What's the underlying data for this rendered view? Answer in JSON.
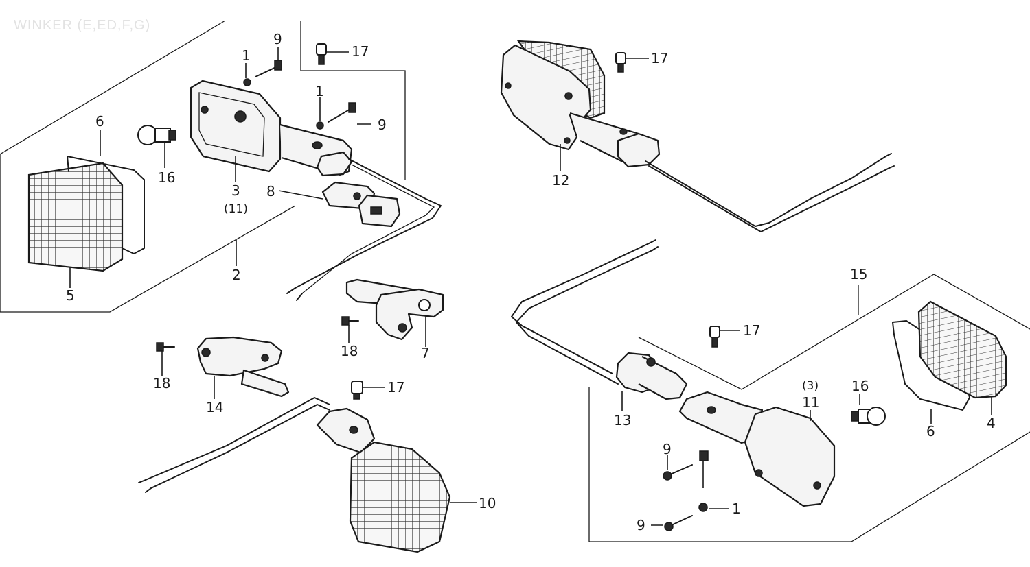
{
  "title": "WINKER (E,ED,F,G)",
  "callouts": {
    "c1a": "1",
    "c9a": "9",
    "c17a": "17",
    "c1b": "1",
    "c9b": "9",
    "c6a": "6",
    "c16a": "16",
    "c3": "3",
    "c3sub": "(11)",
    "c8": "8",
    "c2": "2",
    "c5": "5",
    "c18a": "18",
    "c7": "7",
    "c18b": "18",
    "c14": "14",
    "c17b": "17",
    "c10": "10",
    "c17c": "17",
    "c12": "12",
    "c15": "15",
    "c17d": "17",
    "c3b": "(3)",
    "c11": "11",
    "c16b": "16",
    "c13": "13",
    "c6b": "6",
    "c4": "4",
    "c9c": "9",
    "c9d": "9",
    "c1c": "1"
  },
  "defs": {
    "defs": ""
  }
}
